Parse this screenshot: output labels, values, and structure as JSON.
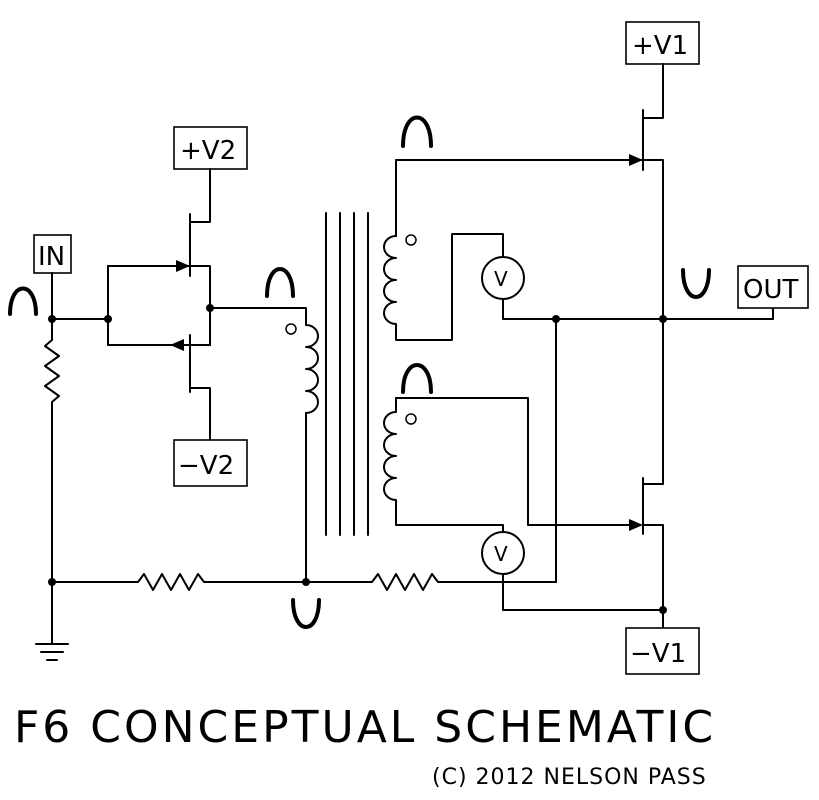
{
  "labels": {
    "in": "IN",
    "out": "OUT",
    "plus_v1": "+V1",
    "minus_v1": "−V1",
    "plus_v2": "+V2",
    "minus_v2": "−V2",
    "meter": "V"
  },
  "title": "F6 CONCEPTUAL SCHEMATIC",
  "credit": "(C) 2012 NELSON PASS"
}
